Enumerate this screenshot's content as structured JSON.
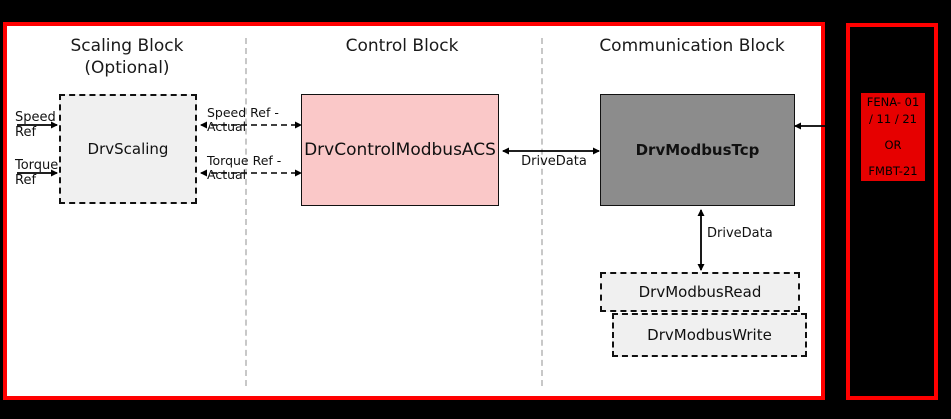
{
  "diagram": {
    "title_sections": [
      {
        "key": "scaling",
        "label": "Scaling Block\n(Optional)"
      },
      {
        "key": "control",
        "label": "Control Block"
      },
      {
        "key": "communication",
        "label": "Communication Block"
      }
    ],
    "blocks": {
      "drv_scaling": "DrvScaling",
      "drv_control_modbus_acs": "DrvControlModbusACS",
      "drv_modbus_tcp": "DrvModbusTcp",
      "drv_modbus_read": "DrvModbusRead",
      "drv_modbus_write": "DrvModbusWrite"
    },
    "inputs": {
      "speed_ref": "Speed\nRef",
      "torque_ref": "Torque\nRef"
    },
    "connectors": {
      "speed_ref_actual": "Speed Ref -\nActual",
      "torque_ref_actual": "Torque Ref -\nActual",
      "drive_data_horizontal": "DriveData",
      "drive_data_vertical": "DriveData"
    },
    "device": {
      "line1": "FENA- 01",
      "line2": "/ 11 / 21",
      "line3": "OR",
      "line4": "FMBT-21"
    },
    "colors": {
      "frame_red": "#ff0000",
      "chip_red": "#e60000",
      "control_block_pink": "#fac8c8",
      "communication_block_gray": "#8c8c8c",
      "optional_block_gray": "#f0f0f0",
      "background_black": "#000000",
      "panel_white": "#ffffff",
      "separator_gray": "#c8c8c8"
    }
  }
}
